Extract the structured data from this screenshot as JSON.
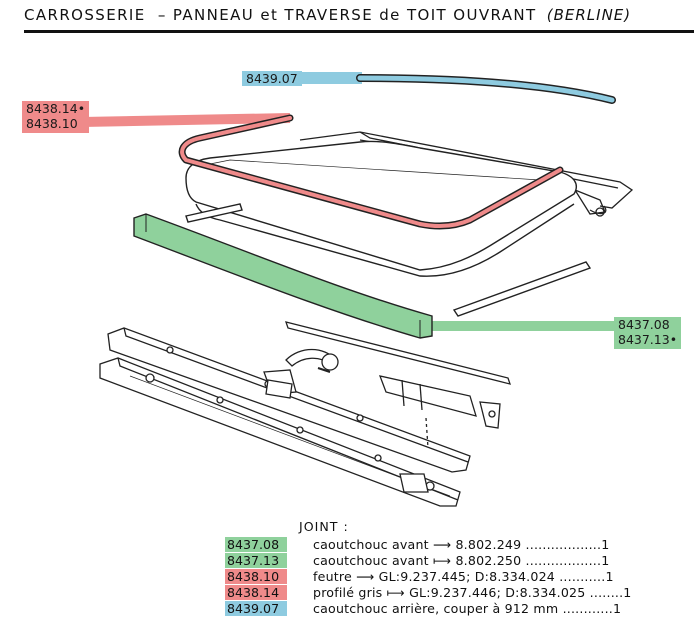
{
  "header": {
    "part1": "CARROSSERIE",
    "part2": "– PANNEAU et TRAVERSE de TOIT OUVRANT",
    "part3": "(BERLINE)"
  },
  "colors": {
    "green": "#8fd19c",
    "red": "#ef8a8a",
    "blue": "#8ecbe0",
    "line": "#222222"
  },
  "callouts": {
    "blue": [
      "8439.07"
    ],
    "red": [
      "8438.14•",
      "8438.10"
    ],
    "green": [
      "8437.08",
      "8437.13•"
    ]
  },
  "legend": {
    "title": "JOINT :",
    "rows": [
      {
        "code": "8437.08",
        "color": "green",
        "desc": "caoutchouc avant ⟶ 8.802.249 ..................1"
      },
      {
        "code": "8437.13",
        "color": "green",
        "desc": "caoutchouc avant ⟼ 8.802.250 ..................1"
      },
      {
        "code": "8438.10",
        "color": "red",
        "desc": "feutre ⟶ GL:9.237.445; D:8.334.024 ...........1"
      },
      {
        "code": "8438.14",
        "color": "red",
        "desc": "profilé gris ⟼ GL:9.237.446; D:8.334.025 ........1"
      },
      {
        "code": "8439.07",
        "color": "blue",
        "desc": "caoutchouc arrière, couper à 912 mm ............1"
      }
    ]
  }
}
